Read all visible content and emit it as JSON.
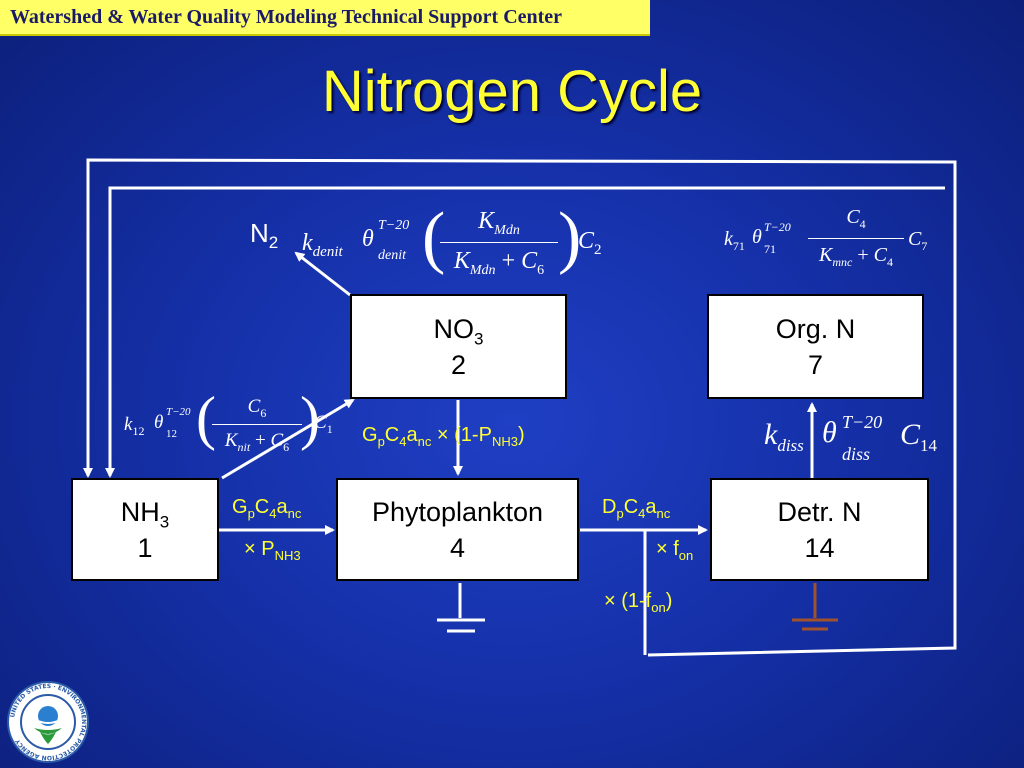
{
  "header": {
    "banner": "Watershed & Water Quality Modeling Technical Support Center",
    "title": "Nitrogen Cycle"
  },
  "boxes": {
    "nh3": {
      "label": "NH",
      "sub": "3",
      "number": "1"
    },
    "no3": {
      "label": "NO",
      "sub": "3",
      "number": "2"
    },
    "phyto": {
      "label": "Phytoplankton",
      "number": "4"
    },
    "orgn": {
      "label": "Org. N",
      "number": "7"
    },
    "detrn": {
      "label": "Detr. N",
      "number": "14"
    }
  },
  "labels": {
    "n2": {
      "label": "N",
      "sub": "2"
    },
    "uptake_no3": {
      "g": "G",
      "p": "p",
      "c": "C",
      "four": "4",
      "a": "a",
      "nc": "nc",
      "times": "× (1-P",
      "pnh3": "NH3",
      "close": ")"
    },
    "uptake_nh3": {
      "g": "G",
      "p": "p",
      "c": "C",
      "four": "4",
      "a": "a",
      "nc": "nc",
      "times": "× P",
      "pnh3": "NH3"
    },
    "death": {
      "d": "D",
      "p": "p",
      "c": "C",
      "four": "4",
      "a": "a",
      "nc": "nc"
    },
    "fon": {
      "times": "× f",
      "sub": "on"
    },
    "one_minus_fon": {
      "times": "× (1-f",
      "sub": "on",
      "close": ")"
    }
  },
  "equations": {
    "denit": {
      "k": "k",
      "k_sub": "denit",
      "theta": "θ",
      "theta_sub": "denit",
      "theta_sup": "T−20",
      "num": "K",
      "num_sub": "Mdn",
      "den_k": "K",
      "den_k_sub": "Mdn",
      "plus": "+",
      "den_c": "C",
      "den_c_sub": "6",
      "c": "C",
      "c_sub": "2"
    },
    "nit": {
      "k": "k",
      "k_sub": "12",
      "theta": "θ",
      "theta_sub": "12",
      "theta_sup": "T−20",
      "num": "C",
      "num_sub": "6",
      "den_k": "K",
      "den_k_sub": "nit",
      "plus": "+",
      "den_c": "C",
      "den_c_sub": "6",
      "c": "C",
      "c_sub": "1"
    },
    "mineral": {
      "k": "k",
      "k_sub": "71",
      "theta": "θ",
      "theta_sub": "71",
      "theta_sup": "T−20",
      "num": "C",
      "num_sub": "4",
      "den_k": "K",
      "den_k_sub": "mnc",
      "plus": "+",
      "den_c": "C",
      "den_c_sub": "4",
      "c": "C",
      "c_sub": "7"
    },
    "diss": {
      "k": "k",
      "k_sub": "diss",
      "theta": "θ",
      "theta_sub": "diss",
      "theta_sup": "T−20",
      "c": "C",
      "c_sub": "14"
    }
  },
  "logo": {
    "text": "UNITED STATES · ENVIRONMENTAL PROTECTION AGENCY"
  },
  "colors": {
    "accent_yellow": "#ffff33",
    "background": "#1530a8",
    "banner": "#ffff66",
    "sediment_brown": "#a0522d"
  }
}
